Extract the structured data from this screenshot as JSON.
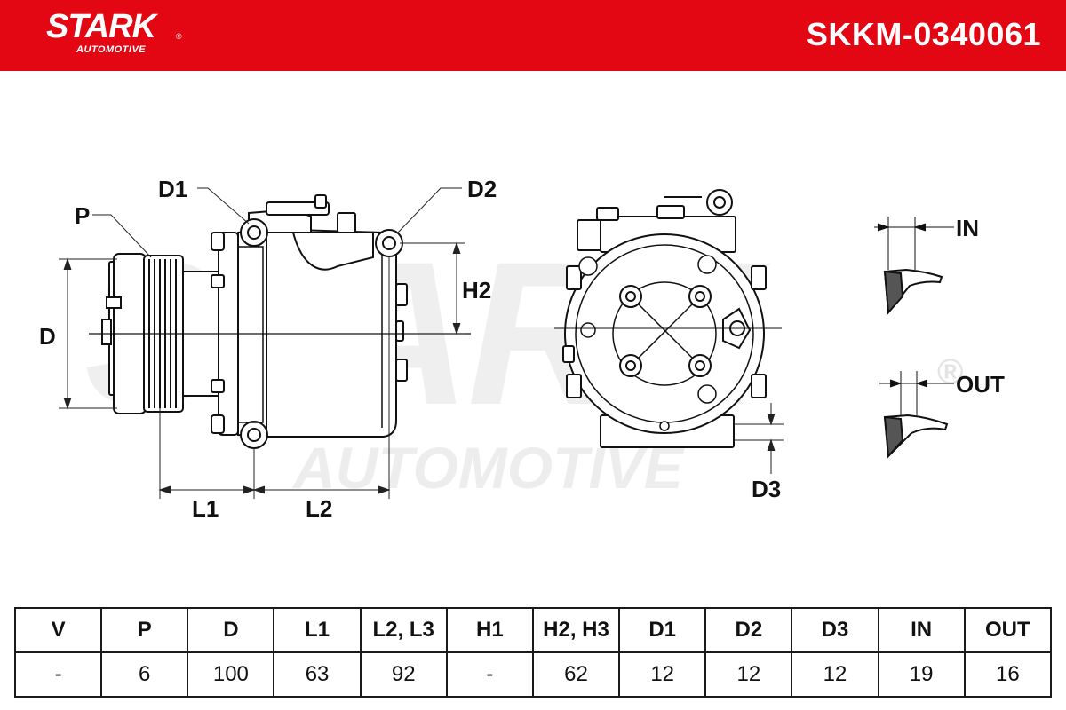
{
  "header": {
    "brand": "STARK",
    "brand_reg": "®",
    "brand_sub": "AUTOMOTIVE",
    "part_number": "SKKM-0340061",
    "color": "#e30613"
  },
  "watermark": {
    "line1": "STARK",
    "line2": "AUTOMOTIVE",
    "reg": "®"
  },
  "labels": {
    "p": "P",
    "d1": "D1",
    "d2": "D2",
    "d": "D",
    "h2": "H2",
    "l1": "L1",
    "l2": "L2",
    "d3": "D3",
    "in": "IN",
    "out": "OUT"
  },
  "table": {
    "headers": [
      "V",
      "P",
      "D",
      "L1",
      "L2, L3",
      "H1",
      "H2, H3",
      "D1",
      "D2",
      "D3",
      "IN",
      "OUT"
    ],
    "values": [
      "-",
      "6",
      "100",
      "63",
      "92",
      "-",
      "62",
      "12",
      "12",
      "12",
      "19",
      "16"
    ]
  }
}
